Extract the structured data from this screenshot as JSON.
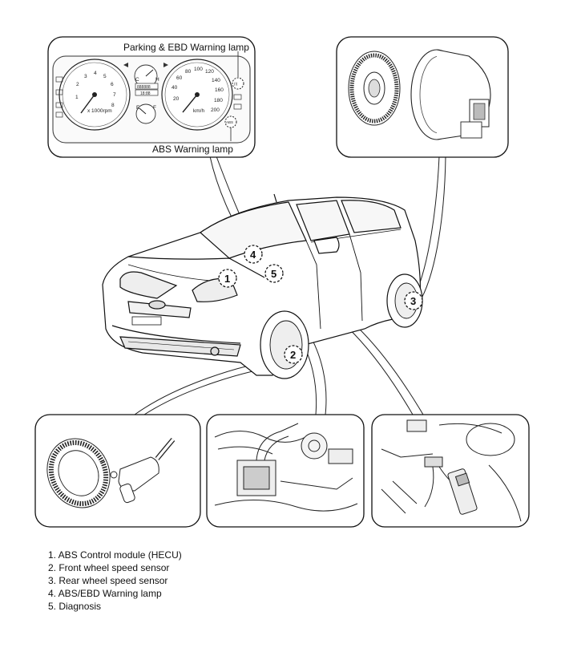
{
  "callouts": {
    "parking_ebd_label": "Parking & EBD Warning lamp",
    "abs_label": "ABS Warning lamp"
  },
  "cluster": {
    "tach_ticks": [
      "1",
      "2",
      "3",
      "4",
      "5",
      "6",
      "7",
      "8"
    ],
    "tach_unit": "x 1000rpm",
    "speed_ticks": [
      "20",
      "40",
      "60",
      "80",
      "100",
      "120",
      "140",
      "160",
      "180",
      "200"
    ],
    "speed_unit": "km/h",
    "odometer": "888888",
    "trip": "18:88",
    "indicator_c": "C",
    "indicator_h": "H",
    "indicator_e": "E",
    "indicator_f": "F"
  },
  "markers": [
    "1",
    "2",
    "3",
    "4",
    "5"
  ],
  "legend": [
    "1. ABS Control module (HECU)",
    "2. Front wheel speed sensor",
    "3. Rear wheel speed sensor",
    "4. ABS/EBD Warning lamp",
    "5. Diagnosis"
  ]
}
